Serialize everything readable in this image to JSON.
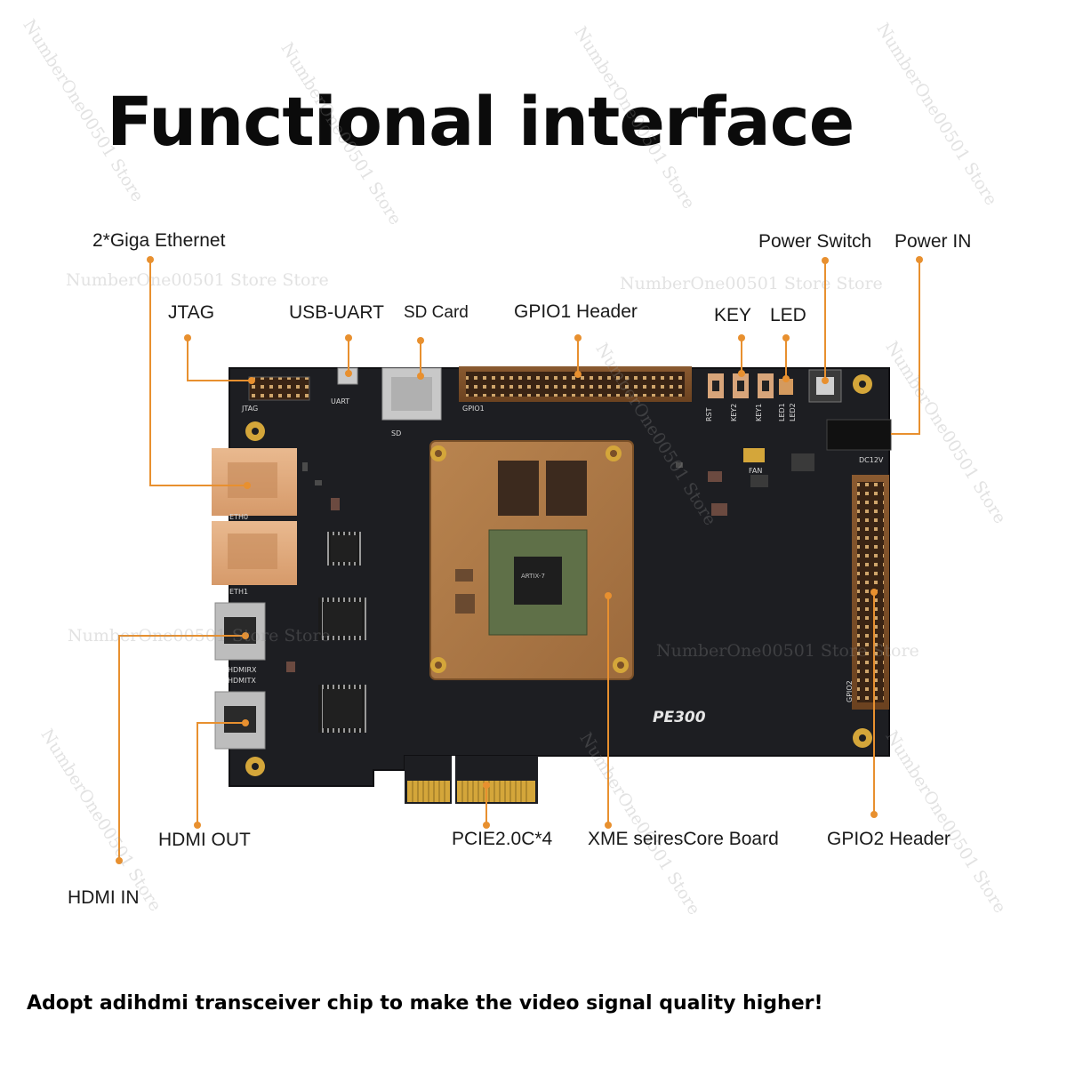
{
  "title": "Functional interface",
  "labels": {
    "giga_ethernet": "2*Giga Ethernet",
    "jtag": "JTAG",
    "usb_uart": "USB-UART",
    "sd_card": "SD Card",
    "gpio1_header": "GPIO1 Header",
    "key": "KEY",
    "led": "LED",
    "power_switch": "Power Switch",
    "power_in": "Power  IN",
    "hdmi_out": "HDMI OUT",
    "hdmi_in": "HDMI  IN",
    "pcie": "PCIE2.0C*4",
    "core_board": "XME seiresCore Board",
    "gpio2_header": "GPIO2  Header"
  },
  "board": {
    "model": "PE300",
    "silk": {
      "jtag": "JTAG",
      "uart": "UART",
      "sd": "SD",
      "gpio1": "GPIO1",
      "eth0": "ETH0",
      "eth1": "ETH1",
      "hdmirx": "HDMIRX",
      "hdmitx": "HDMITX",
      "gpio2": "GPIO2",
      "rst": "RST",
      "key2": "KEY2",
      "key1": "KEY1",
      "led1": "LED1",
      "led2": "LED2",
      "dc12v": "DC12V",
      "fan": "FAN",
      "fpga": "ARTIX-7"
    }
  },
  "watermark": "NumberOne00501 Store Store",
  "watermark_short": "NumberOne00501 Store",
  "footer": "Adopt adihdmi transceiver chip to make the video signal quality higher!",
  "colors": {
    "pcb": "#1d1e22",
    "callout": "#e8902f",
    "core_board": "#b07a47",
    "gold": "#d4a63a"
  }
}
